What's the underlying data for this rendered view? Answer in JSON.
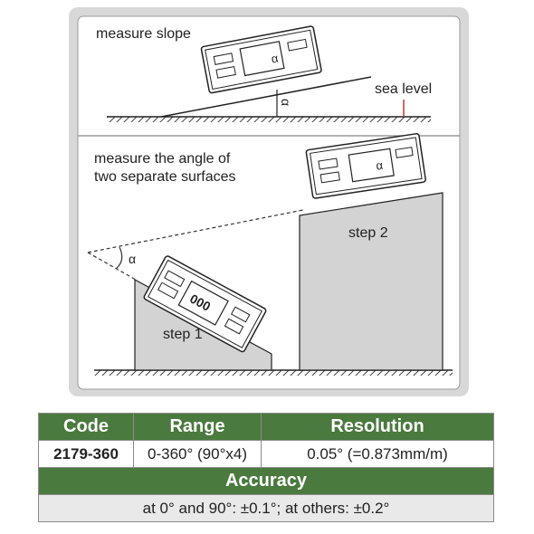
{
  "diagram": {
    "panel_top_title": "measure slope",
    "sea_level_label": "sea level",
    "alpha": "α",
    "panel_bottom_title_line1": "measure the angle of",
    "panel_bottom_title_line2": "two separate surfaces",
    "step1_label": "step 1",
    "step2_label": "step 2",
    "display_digits": "000"
  },
  "spec": {
    "headers": {
      "code": "Code",
      "range": "Range",
      "resolution": "Resolution"
    },
    "row": {
      "code": "2179-360",
      "range": "0-360° (90°x4)",
      "resolution": "0.05° (=0.873mm/m)"
    },
    "accuracy_header": "Accuracy",
    "accuracy_value": "at 0° and 90°: ±0.1°; at others: ±0.2°",
    "colors": {
      "header_bg": "#4a7a3e",
      "footer_bg": "#e9e9e9"
    }
  }
}
